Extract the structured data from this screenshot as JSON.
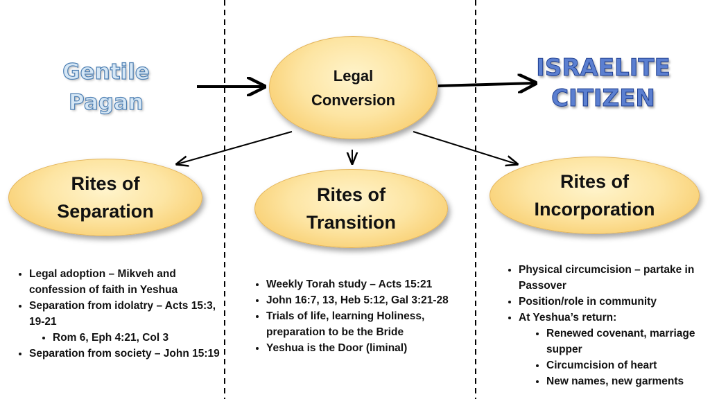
{
  "labels": {
    "gentile": "Gentile\nPagan",
    "israelite": "ISRAELITE\nCITIZEN"
  },
  "ovals": {
    "legal": "Legal\nConversion",
    "separation": "Rites of\nSeparation",
    "transition": "Rites of\nTransition",
    "incorporation": "Rites of\nIncorporation"
  },
  "separation_list": {
    "item1": "Legal adoption – Mikveh and confession of faith in Yeshua",
    "item2": "Separation from idolatry – Acts 15:3, 19-21",
    "item2_sub1": "Rom 6, Eph 4:21, Col 3",
    "item3": "Separation from society – John 15:19"
  },
  "transition_list": {
    "item1": "Weekly Torah study – Acts 15:21",
    "item2": "John 16:7, 13,  Heb 5:12, Gal 3:21-28",
    "item3": "Trials of life, learning Holiness, preparation to be the Bride",
    "item4": "Yeshua is the Door (liminal)"
  },
  "incorporation_list": {
    "item1": "Physical circumcision – partake in Passover",
    "item2": "Position/role in community",
    "item3": "At Yeshua’s return:",
    "item3_sub1": "Renewed covenant, marriage supper",
    "item3_sub2": "Circumcision of heart",
    "item3_sub3": "New names, new garments"
  },
  "colors": {
    "oval_fill": "#fde5a3",
    "oval_edge": "#f6c357",
    "gentile_text": "#d6e7f5",
    "israelite_text": "#5b7fd0"
  }
}
